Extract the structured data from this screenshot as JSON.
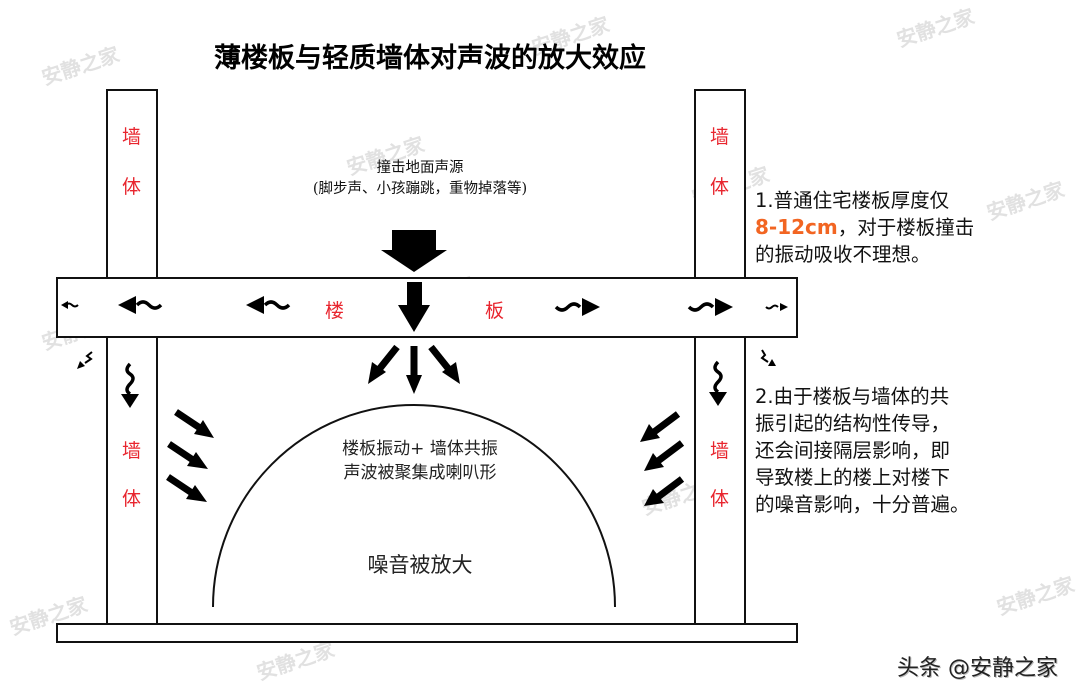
{
  "title": "薄楼板与轻质墙体对声波的放大效应",
  "labels": {
    "wall_left_top": [
      "墙",
      "体"
    ],
    "wall_right_top": [
      "墙",
      "体"
    ],
    "wall_left_bottom": [
      "墙",
      "体"
    ],
    "wall_right_bottom": [
      "墙",
      "体"
    ],
    "slab_left": "楼",
    "slab_right": "板"
  },
  "source": {
    "line1": "撞击地面声源",
    "line2": "(脚步声、小孩蹦跳，重物掉落等)"
  },
  "notes": {
    "note1": {
      "prefix": "1.普通住宅楼板厚度仅",
      "highlight": "8-12cm",
      "suffix_line2": "，对于楼板撞击",
      "line3": "的振动吸收不理想。"
    },
    "note2": {
      "lines": [
        "2.由于楼板与墙体的共",
        "振引起的结构性传导，",
        "还会间接隔层影响，即",
        "导致楼上的楼上对楼下",
        "的噪音影响，十分普遍。"
      ]
    }
  },
  "dome": {
    "line1": "楼板振动+ 墙体共振",
    "line2": "声波被聚集成喇叭形",
    "center": "噪音被放大"
  },
  "watermark": "安静之家",
  "credit": "头条 @安静之家",
  "colors": {
    "wall_label": "#e8252e",
    "highlight": "#f26522",
    "stroke": "#111111"
  },
  "icons": {
    "impact_arrow": "down-arrow-icon",
    "wave_arrow": "wavy-arrow-icon",
    "spread_arrow": "diagonal-arrow-icon"
  }
}
